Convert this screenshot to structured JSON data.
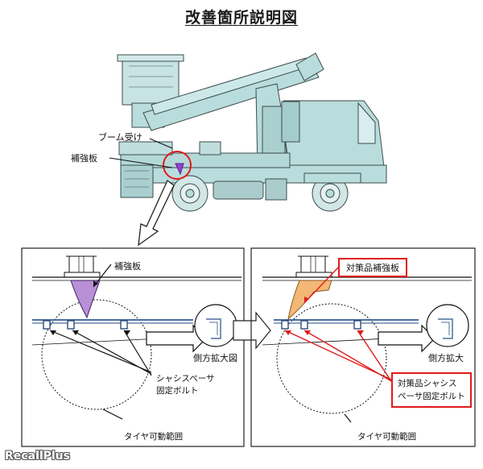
{
  "title": "改善箇所説明図",
  "truck": {
    "boom_receiver_label": "ブーム受け",
    "reinforcement_label": "補強板"
  },
  "left_panel": {
    "reinforcement_label": "補強板",
    "side_enlarged_label": "側方拡大図",
    "bolt_label_line1": "シャシスペーサ",
    "bolt_label_line2": "固定ボルト",
    "tire_range_label": "タイヤ可動範囲"
  },
  "right_panel": {
    "reinforcement_label": "対策品補強板",
    "side_enlarged_label": "側方拡大",
    "bolt_label_line1": "対策品シャシス",
    "bolt_label_line2": "ペーサ固定ボルト",
    "tire_range_label": "タイヤ可動範囲"
  },
  "watermark": "RecallPlus",
  "colors": {
    "truck_body": "#b9dcdc",
    "truck_line": "#3c4c4c",
    "old_plate": "#b98fd6",
    "new_plate": "#f3b776",
    "highlight_red": "#e01b1b",
    "chassis": "#4b6fa0"
  }
}
